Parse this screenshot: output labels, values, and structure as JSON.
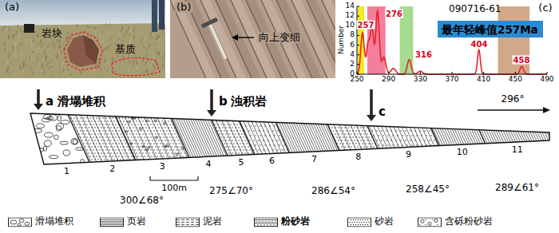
{
  "diagram": {
    "nodes": [
      {
        "text": [
          "最年轻峰值257Ma"
        ]
      }
    ],
    "labels": [
      "(a)",
      "岩块",
      "基质",
      "(b)",
      "向上变细",
      "(c)",
      "090716-61",
      "14",
      "12",
      "10",
      "8",
      "6",
      "4",
      "2",
      "0",
      "Number",
      "250",
      "290",
      "330",
      "370",
      "410",
      "450",
      "490",
      "257",
      "276",
      "316",
      "404",
      "458",
      "a",
      "滑塌堆积",
      "b",
      "浊积岩",
      "c",
      "296°",
      "1",
      "2",
      "3",
      "4",
      "5",
      "6",
      "7",
      "8",
      "9",
      "10",
      "11",
      "100m",
      "300∠68°",
      "275∠70°",
      "286∠54°",
      "258∠45°",
      "289∠61°"
    ],
    "legend": [
      {
        "text": "滑塌堆积"
      },
      {
        "text": "页岩"
      },
      {
        "text": "泥岩"
      },
      {
        "text": "粉砂岩"
      },
      {
        "text": "砂岩"
      },
      {
        "text": "含砾粉砂岩"
      }
    ]
  }
}
